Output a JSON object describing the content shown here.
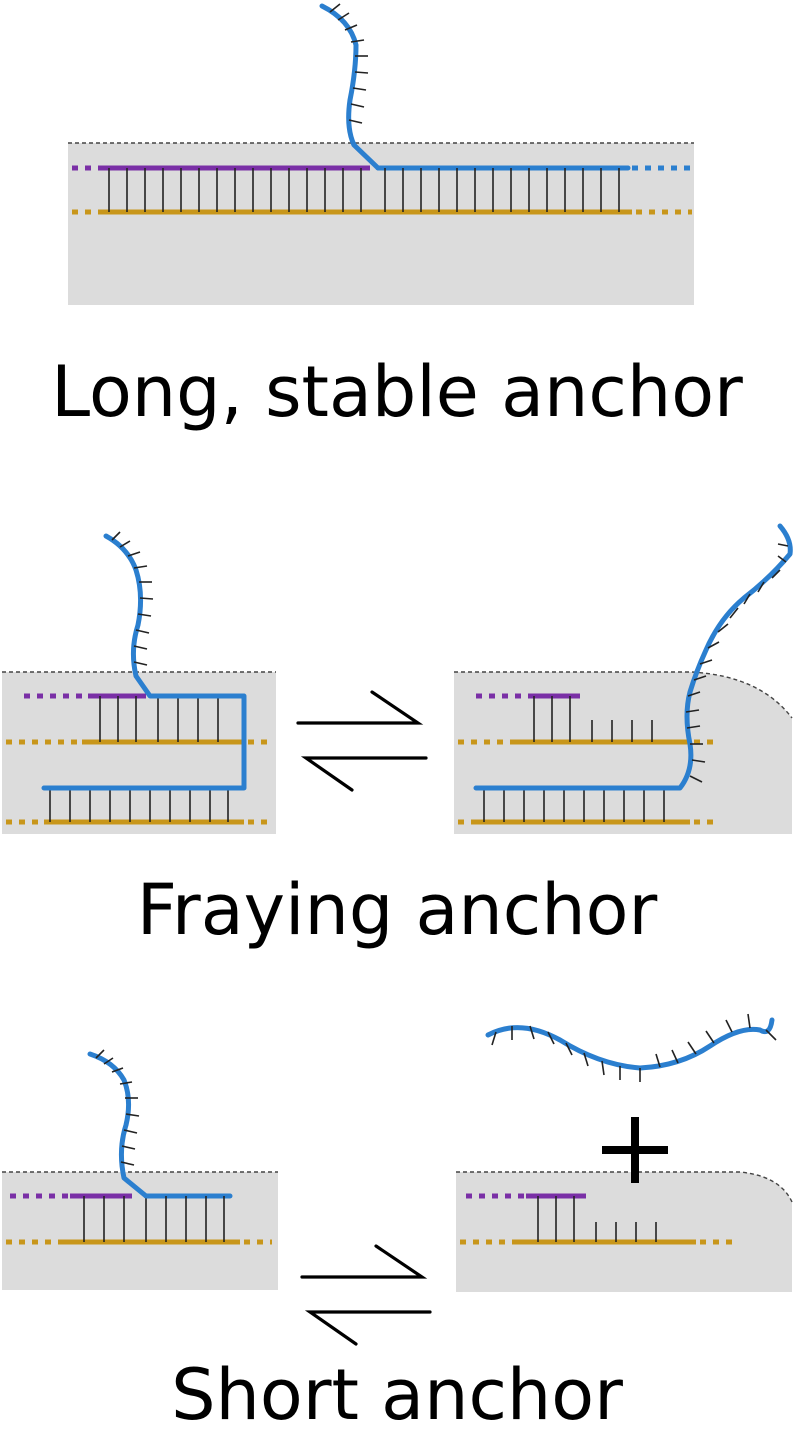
{
  "colors": {
    "background_box": "#dcdcdc",
    "box_border": "#555555",
    "purple_strand": "#7a2fa6",
    "blue_strand": "#2b7fcf",
    "gold_strand": "#c8961a",
    "ticks": "#222222",
    "arrows": "#000000"
  },
  "panels": [
    {
      "caption": "Long, stable anchor"
    },
    {
      "caption": "Fraying anchor"
    },
    {
      "caption": "Short anchor"
    }
  ]
}
